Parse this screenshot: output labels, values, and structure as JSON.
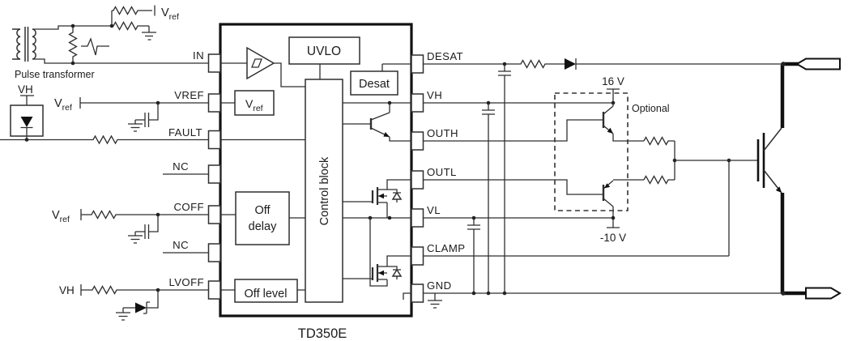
{
  "schematic": {
    "ic_name": "TD350E",
    "pins_left": [
      "IN",
      "VREF",
      "FAULT",
      "NC",
      "COFF",
      "NC",
      "LVOFF"
    ],
    "pins_right": [
      "DESAT",
      "VH",
      "OUTH",
      "OUTL",
      "VL",
      "CLAMP",
      "GND"
    ],
    "blocks": {
      "uvlo": "UVLO",
      "desat": "Desat",
      "vref_main": "V",
      "vref_sub": "ref",
      "control_block": "Control block",
      "off_delay_line1": "Off",
      "off_delay_line2": "delay",
      "off_level": "Off level"
    },
    "labels": {
      "pulse_transformer": "Pulse transformer",
      "vh": "VH",
      "vref_main": "V",
      "vref_sub": "ref",
      "optional": "Optional",
      "supply_16v": "16 V",
      "supply_neg10v": "-10 V"
    },
    "colors": {
      "line": "#2f2f2f",
      "background": "#ffffff"
    }
  }
}
